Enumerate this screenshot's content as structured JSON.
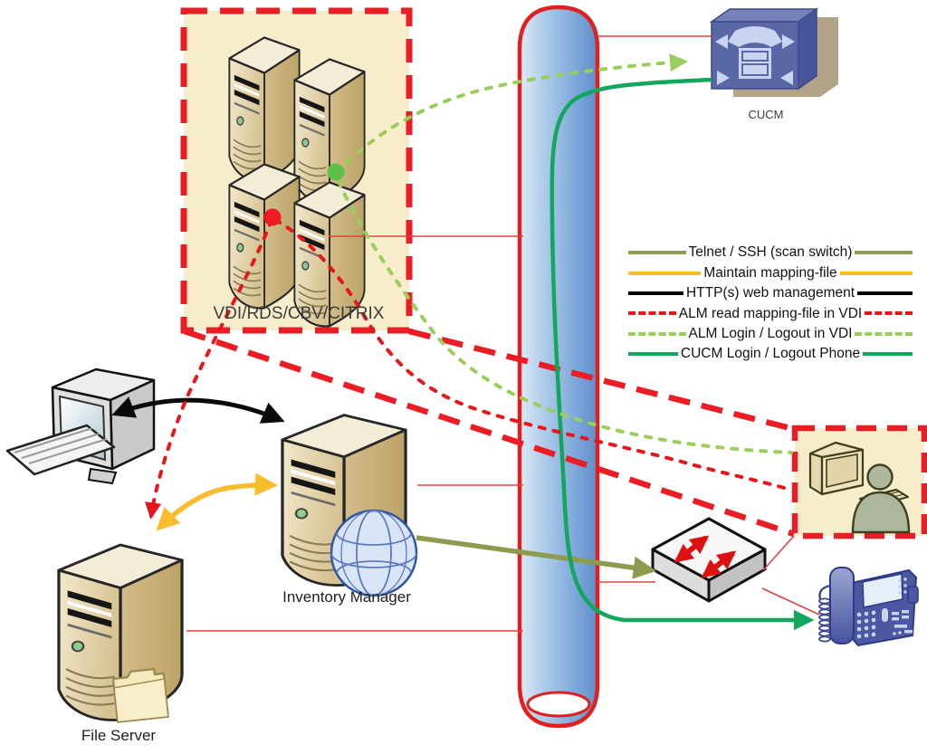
{
  "nodes": {
    "vdi": {
      "label": "VDI/RDS/CBV/CITRIX",
      "icon": "server-cluster"
    },
    "cucm": {
      "label": "CUCM",
      "icon": "call-manager"
    },
    "inventory_manager": {
      "label": "Inventory Manager",
      "icon": "server-with-globe"
    },
    "file_server": {
      "label": "File Server",
      "icon": "server-with-folder"
    },
    "admin_workstation": {
      "icon": "desktop-computer"
    },
    "network_backbone": {
      "icon": "network-pipe"
    },
    "lan_switch": {
      "icon": "workgroup-switch"
    },
    "ip_phone": {
      "icon": "ip-phone"
    },
    "vdi_user": {
      "icon": "user-at-computer"
    }
  },
  "legend": {
    "items": [
      {
        "label": "Telnet / SSH (scan switch)",
        "color": "#8D9B4F",
        "dash": "solid"
      },
      {
        "label": "Maintain mapping-file",
        "color": "#F9BC2D",
        "dash": "solid"
      },
      {
        "label": "HTTP(s) web management",
        "color": "#000000",
        "dash": "solid"
      },
      {
        "label": "ALM read mapping-file in VDI",
        "color": "#E8151B",
        "dash": "dashed"
      },
      {
        "label": "ALM Login / Logout in VDI",
        "color": "#9ACD5A",
        "dash": "dashed"
      },
      {
        "label": "CUCM Login / Logout Phone",
        "color": "#12A75C",
        "dash": "solid"
      }
    ]
  },
  "colors": {
    "boundary_red": "#EC1C24",
    "thin_link_red": "#E04040",
    "zone_fill": "#F8EDCB",
    "pipe_blue_light": "#DCEAF8",
    "pipe_blue_dark": "#5E8FCB",
    "marker_dot_red": "#EC1C24",
    "marker_dot_green": "#5FC049"
  }
}
